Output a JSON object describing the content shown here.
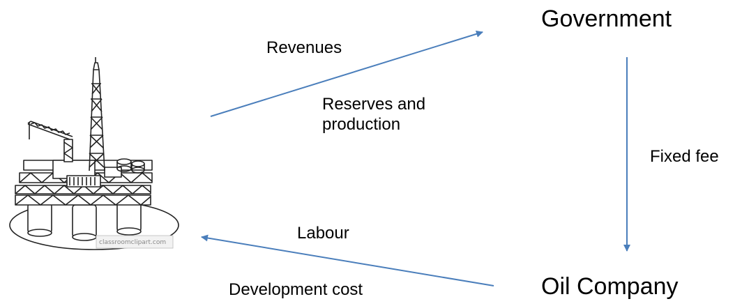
{
  "nodes": {
    "government": "Government",
    "oil_company": "Oil Company"
  },
  "labels": {
    "revenues": "Revenues",
    "reserves_and_production": "Reserves and\nproduction",
    "fixed_fee": "Fixed fee",
    "labour": "Labour",
    "development_cost": "Development cost"
  },
  "illustration": {
    "name": "oil-platform-icon",
    "watermark": "classroomclipart.com"
  },
  "colors": {
    "arrow": "#4A7EBB",
    "text": "#000000"
  }
}
